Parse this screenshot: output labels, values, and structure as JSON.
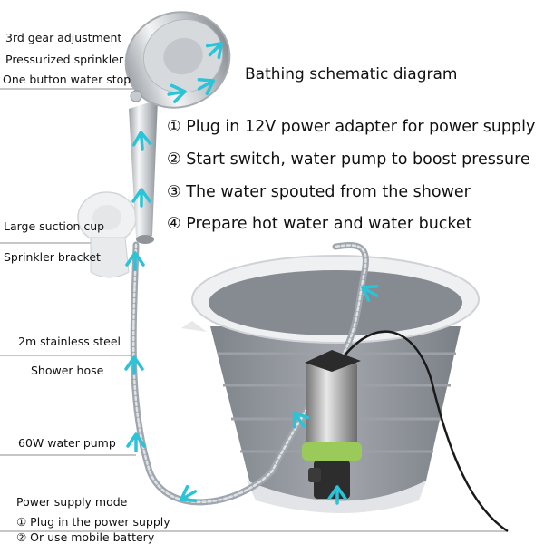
{
  "title": "Bathing schematic diagram",
  "steps": [
    "① Plug in 12V power adapter for power supply",
    "② Start switch, water pump to boost pressure",
    "③ The water spouted from the shower",
    "④ Prepare hot water and water bucket"
  ],
  "labels": {
    "gear": "3rd gear adjustment",
    "sprinkler": "Pressurized sprinkler",
    "stop": "One button water stop",
    "suction": "Large suction cup",
    "bracket": "Sprinkler bracket",
    "hose1": "2m stainless steel",
    "hose2": "Shower hose",
    "pump": "60W water pump",
    "power_mode": "Power supply mode",
    "power1": "① Plug in the power supply",
    "power2": "② Or use mobile battery"
  },
  "colors": {
    "arrow": "#29c4d8",
    "bucket_body": "#8e9299",
    "bucket_rim": "#e9ebed",
    "pump_band": "#9acb5a",
    "chrome": "#c9ccd0",
    "cable": "#1a1a1a"
  }
}
